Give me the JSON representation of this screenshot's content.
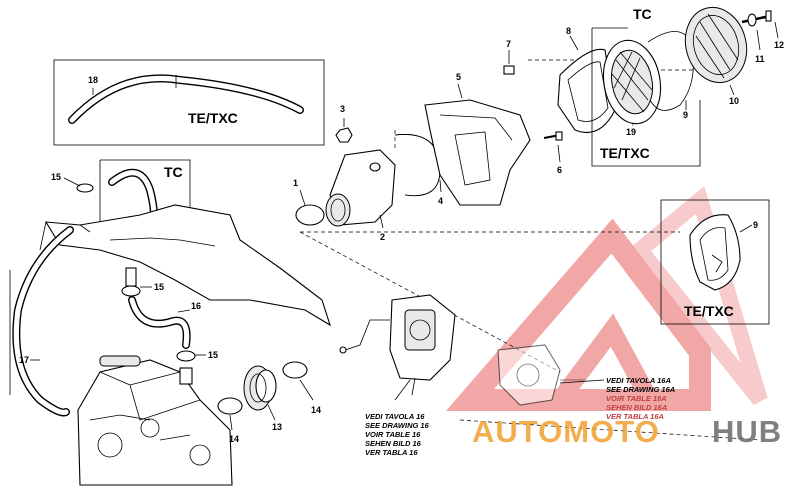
{
  "callouts": {
    "n1": "1",
    "n2": "2",
    "n3": "3",
    "n4": "4",
    "n5": "5",
    "n6": "6",
    "n7": "7",
    "n8": "8",
    "n9a": "9",
    "n9b": "9",
    "n10": "10",
    "n11": "11",
    "n12": "12",
    "n13": "13",
    "n14a": "14",
    "n14b": "14",
    "n15a": "15",
    "n15b": "15",
    "n15c": "15",
    "n16": "16",
    "n17": "17",
    "n18": "18",
    "n19": "19"
  },
  "boxes": {
    "hose18_label": "TE/TXC",
    "hose15_label": "TC",
    "filter_top_label": "TC",
    "filter_mid_label": "TE/TXC",
    "cover9_label": "TE/TXC"
  },
  "notes": {
    "drawing16": [
      "VEDI TAVOLA 16",
      "SEE DRAWING 16",
      "VOIR TABLE 16",
      "SEHEN BILD 16",
      "VER TABLA 16"
    ],
    "drawing16a": [
      "VEDI TAVOLA 16A",
      "SEE DRAWING 16A",
      "VOIR TABLE 16A",
      "SEHEN BILD 16A",
      "VER TABLA 16A"
    ]
  },
  "watermark": {
    "part1": "AUTOMOTO",
    "part2": "HUB",
    "color_primary": "#f0a030",
    "color_secondary": "#6b6b6b",
    "logo_color": "#e86060"
  }
}
